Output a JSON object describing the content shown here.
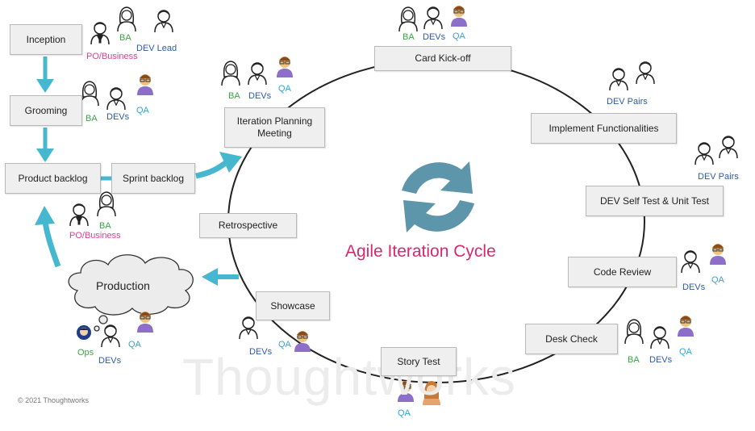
{
  "title": "Agile Iteration Cycle",
  "watermark": "Thoughtworks",
  "copyright": "© 2021 Thoughtworks",
  "colors": {
    "arrow": "#45b7cf",
    "cycle_icon": "#5d95aa",
    "title": "#d6286f",
    "ba": "#3aa443",
    "devs": "#2e5aa8",
    "qa": "#2fa7d9",
    "po": "#e0408f"
  },
  "left_flow": {
    "inception": "Inception",
    "grooming": "Grooming",
    "product_backlog": "Product backlog",
    "sprint_backlog": "Sprint backlog",
    "production": "Production"
  },
  "cycle_steps": {
    "card_kickoff": "Card Kick-off",
    "implement": "Implement Functionalities",
    "self_test": "DEV Self Test & Unit Test",
    "code_review": "Code Review",
    "desk_check": "Desk Check",
    "story_test": "Story Test",
    "showcase": "Showcase",
    "retrospective": "Retrospective",
    "iteration_planning": "Iteration Planning Meeting"
  },
  "roles": {
    "ba": "BA",
    "devs": "DEVs",
    "qa": "QA",
    "dev_lead": "DEV Lead",
    "po_business": "PO/Business",
    "dev_pairs": "DEV Pairs",
    "ops": "Ops"
  }
}
